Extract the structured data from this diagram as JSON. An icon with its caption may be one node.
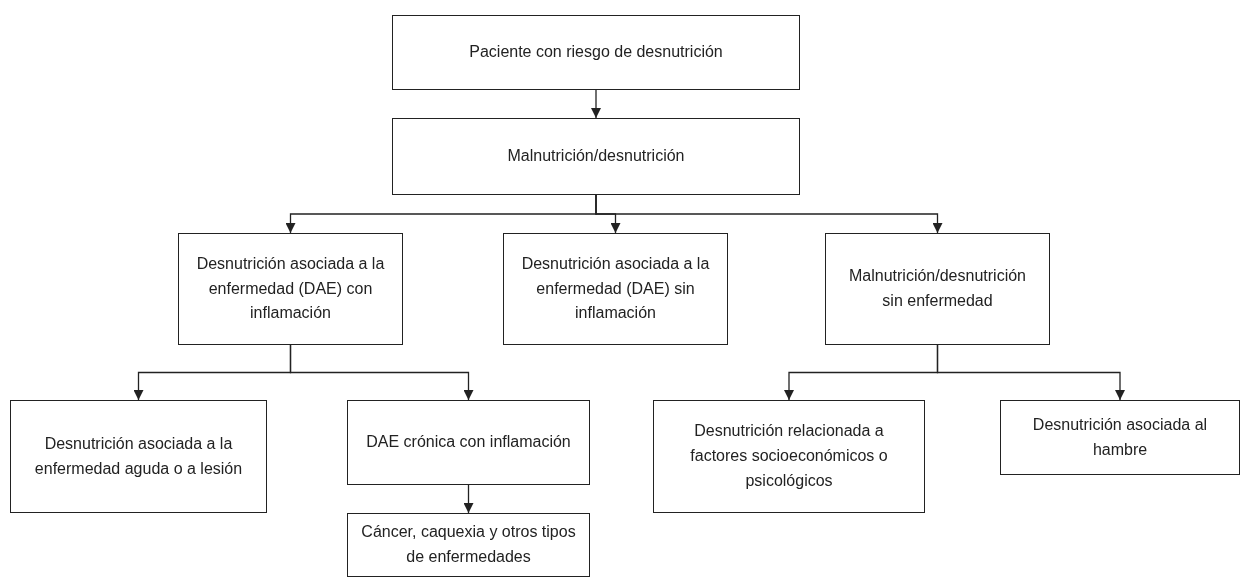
{
  "diagram": {
    "nodes": [
      {
        "text": [
          "Paciente con riesgo de desnutrición"
        ]
      },
      {
        "text": [
          "Malnutrición/desnutrición"
        ]
      },
      {
        "text": [
          "Desnutrición asociada a la enfermedad (DAE) con inflamación"
        ]
      },
      {
        "text": [
          "Desnutrición asociada a la enfermedad (DAE) sin inflamación"
        ]
      },
      {
        "text": [
          "Malnutrición/desnutrición sin enfermedad"
        ]
      },
      {
        "text": [
          "Desnutrición asociada a la enfermedad aguda o a lesión"
        ]
      },
      {
        "text": [
          "DAE crónica con inflamación"
        ]
      },
      {
        "text": [
          "Cáncer, caquexia y otros tipos de enfermedades"
        ]
      },
      {
        "text": [
          "Desnutrición relacionada a factores socioeconómicos o psicológicos"
        ]
      },
      {
        "text": [
          "Desnutrición asociada al hambre"
        ]
      }
    ],
    "edges": [
      {
        "from": 0,
        "to": 1,
        "arrow": "to"
      },
      {
        "from": 1,
        "to": 2,
        "arrow": "to"
      },
      {
        "from": 1,
        "to": 3,
        "arrow": "to"
      },
      {
        "from": 1,
        "to": 4,
        "arrow": "to"
      },
      {
        "from": 2,
        "to": 5,
        "arrow": "to"
      },
      {
        "from": 2,
        "to": 6,
        "arrow": "to"
      },
      {
        "from": 6,
        "to": 7,
        "arrow": "to"
      },
      {
        "from": 4,
        "to": 8,
        "arrow": "to"
      },
      {
        "from": 4,
        "to": 9,
        "arrow": "to"
      }
    ]
  }
}
